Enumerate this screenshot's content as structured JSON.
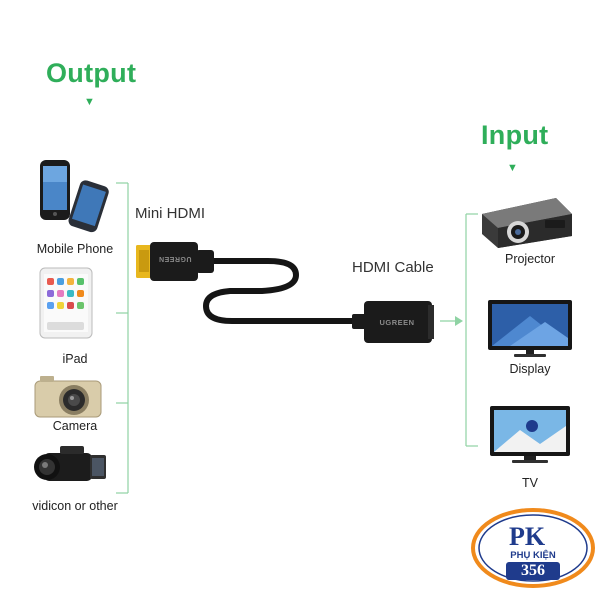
{
  "output": {
    "heading": "Output",
    "devices": [
      {
        "label": "Mobile Phone",
        "icon": "smartphones-icon"
      },
      {
        "label": "iPad",
        "icon": "tablet-icon"
      },
      {
        "label": "Camera",
        "icon": "camera-icon"
      },
      {
        "label": "vidicon or other",
        "icon": "camcorder-icon"
      }
    ]
  },
  "input": {
    "heading": "Input",
    "devices": [
      {
        "label": "Projector",
        "icon": "projector-icon"
      },
      {
        "label": "Display",
        "icon": "monitor-icon"
      },
      {
        "label": "TV",
        "icon": "tv-icon"
      }
    ]
  },
  "cable": {
    "mini_label": "Mini HDMI",
    "cable_label": "HDMI Cable",
    "brand_text": "UGREEN"
  },
  "logo": {
    "initials": "PK",
    "name": "PHỤ KIỆN",
    "number": "356"
  },
  "colors": {
    "accent": "#2fae5a",
    "connector_gold": "#e8b71e",
    "cable": "#151515",
    "logo_blue": "#1f3b8c",
    "logo_orange": "#f08a1c"
  }
}
